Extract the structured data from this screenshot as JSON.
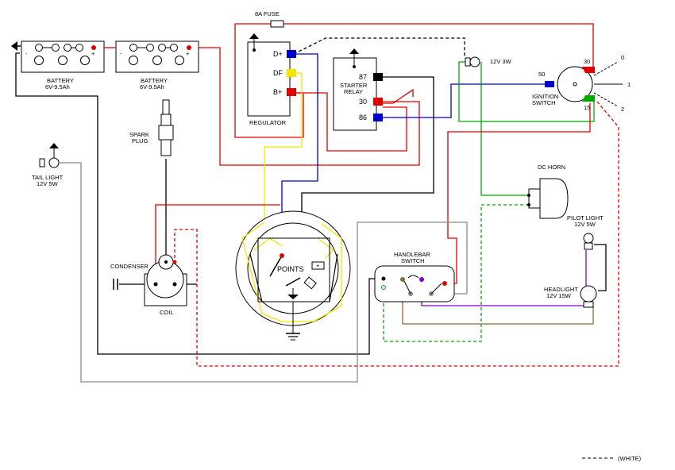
{
  "fuse": {
    "label": "8A FUSE"
  },
  "battery_left": {
    "name": "BATTERY",
    "rating": "6V-9.5Ah",
    "neg": "-",
    "pos": "+"
  },
  "battery_right": {
    "name": "BATTERY",
    "rating": "6V-9.5Ah",
    "neg": "-",
    "pos": "+"
  },
  "regulator": {
    "label": "REGULATOR",
    "terminals": [
      "D+",
      "DF",
      "B+"
    ]
  },
  "starter_relay": {
    "label_line1": "STARTER",
    "label_line2": "RELAY",
    "terminals": [
      "87",
      "30",
      "86"
    ]
  },
  "indicator_bulb": {
    "label": "12V 3W"
  },
  "ignition_switch": {
    "label_line1": "IGNITION",
    "label_line2": "SWITCH",
    "terminals": [
      "50",
      "30",
      "15"
    ],
    "positions": [
      "0",
      "1",
      "2"
    ]
  },
  "spark_plug": {
    "label_line1": "SPARK",
    "label_line2": "PLUG"
  },
  "tail_light": {
    "label_line1": "TAIL LIGHT",
    "label_line2": "12V 5W"
  },
  "condenser": {
    "label": "CONDENSER"
  },
  "coil": {
    "label": "COIL"
  },
  "points": {
    "label": "POINTS",
    "plus": "+",
    "minus": "-"
  },
  "handlebar_switch": {
    "label_line1": "HANDLEBAR",
    "label_line2": "SWITCH"
  },
  "horn": {
    "label": "DC HORN"
  },
  "pilot_light": {
    "label_line1": "PILOT LIGHT",
    "label_line2": "12V 5W"
  },
  "headlight": {
    "label_line1": "HEADLIGHT",
    "label_line2": "12V 15W"
  },
  "legend": {
    "white_wire": "(WHITE)"
  },
  "colors": {
    "red": "#e00000",
    "black": "#000000",
    "blue": "#0000cc",
    "yellow": "#f5e400",
    "green": "#00aa00",
    "grey": "#8a8a8a",
    "purple": "#8800cc",
    "brown": "#8b6a3a"
  }
}
